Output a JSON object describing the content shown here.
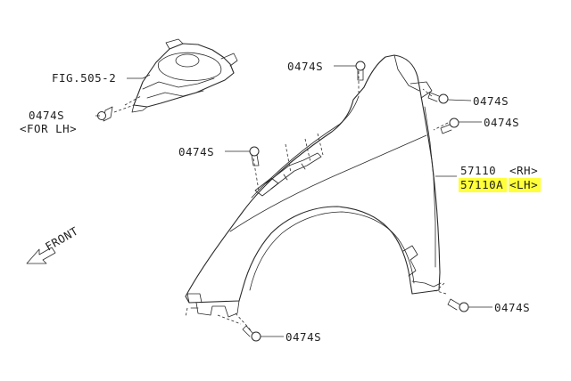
{
  "labels": {
    "fig_ref": "FIG.505-2",
    "bolt_lh": "0474S",
    "bolt_lh_note": "<FOR LH>",
    "bolt_top": "0474S",
    "bolt_right_1": "0474S",
    "bolt_right_2": "0474S",
    "bolt_mid": "0474S",
    "part_rh_number": "57110",
    "part_rh_side": "<RH>",
    "part_lh_number": "57110A",
    "part_lh_side": "<LH>",
    "bolt_bottom_right": "0474S",
    "bolt_bottom": "0474S",
    "front": "FRONT"
  },
  "colors": {
    "highlight": "#ffff3a",
    "line": "#2a2a2a"
  }
}
